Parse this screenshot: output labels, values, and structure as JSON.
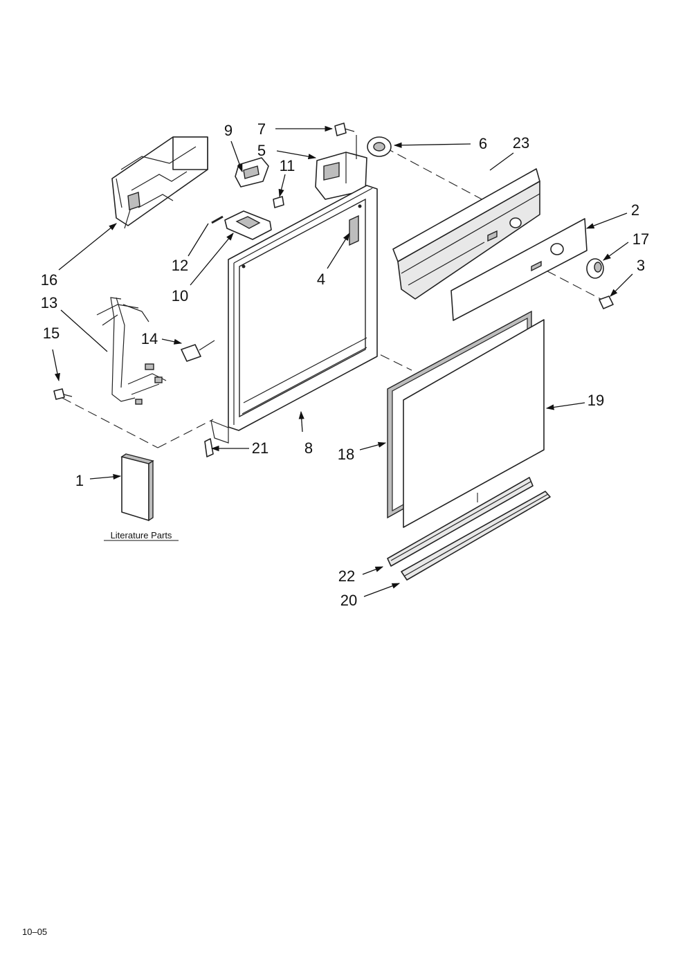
{
  "callouts": {
    "c1": "1",
    "c2": "2",
    "c3": "3",
    "c4": "4",
    "c5": "5",
    "c6": "6",
    "c7": "7",
    "c8": "8",
    "c9": "9",
    "c10": "10",
    "c11": "11",
    "c12": "12",
    "c13": "13",
    "c14": "14",
    "c15": "15",
    "c16": "16",
    "c17": "17",
    "c18": "18",
    "c19": "19",
    "c20": "20",
    "c21": "21",
    "c22": "22",
    "c23": "23"
  },
  "literature_label": "Literature Parts",
  "footer_code": "10–05"
}
